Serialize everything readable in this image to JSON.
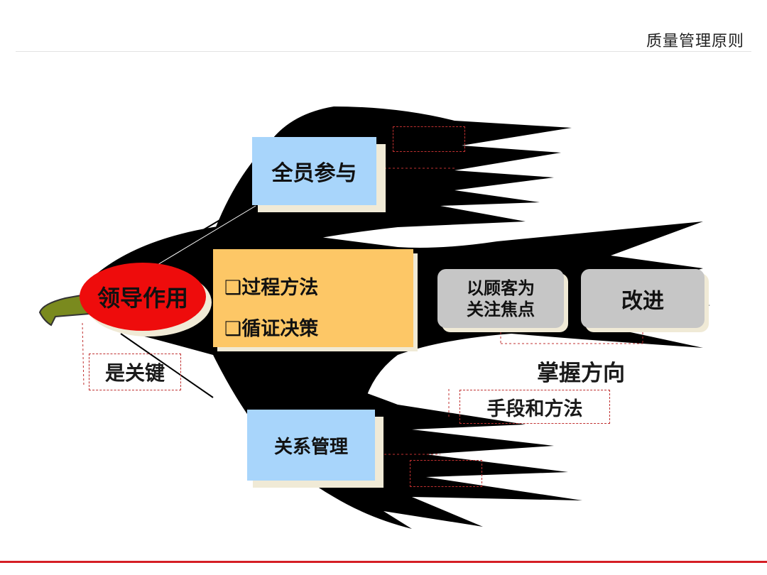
{
  "header": {
    "title": "质量管理原则"
  },
  "diagram": {
    "leadership": "领导作用",
    "key_note": "是关键",
    "participation": "全员参与",
    "process_items": [
      "❑过程方法",
      "❑循证决策"
    ],
    "customer_focus_line1": "以顾客为",
    "customer_focus_line2": "关注焦点",
    "improvement": "改进",
    "direction": "掌握方向",
    "means": "手段和方法",
    "relationship": "关系管理"
  },
  "colors": {
    "accent_red": "#d51f25",
    "leadership_red": "#ee0c0c",
    "box_blue": "#a8d5fb",
    "box_orange": "#fdc766",
    "box_gray": "#c6c6c6"
  }
}
